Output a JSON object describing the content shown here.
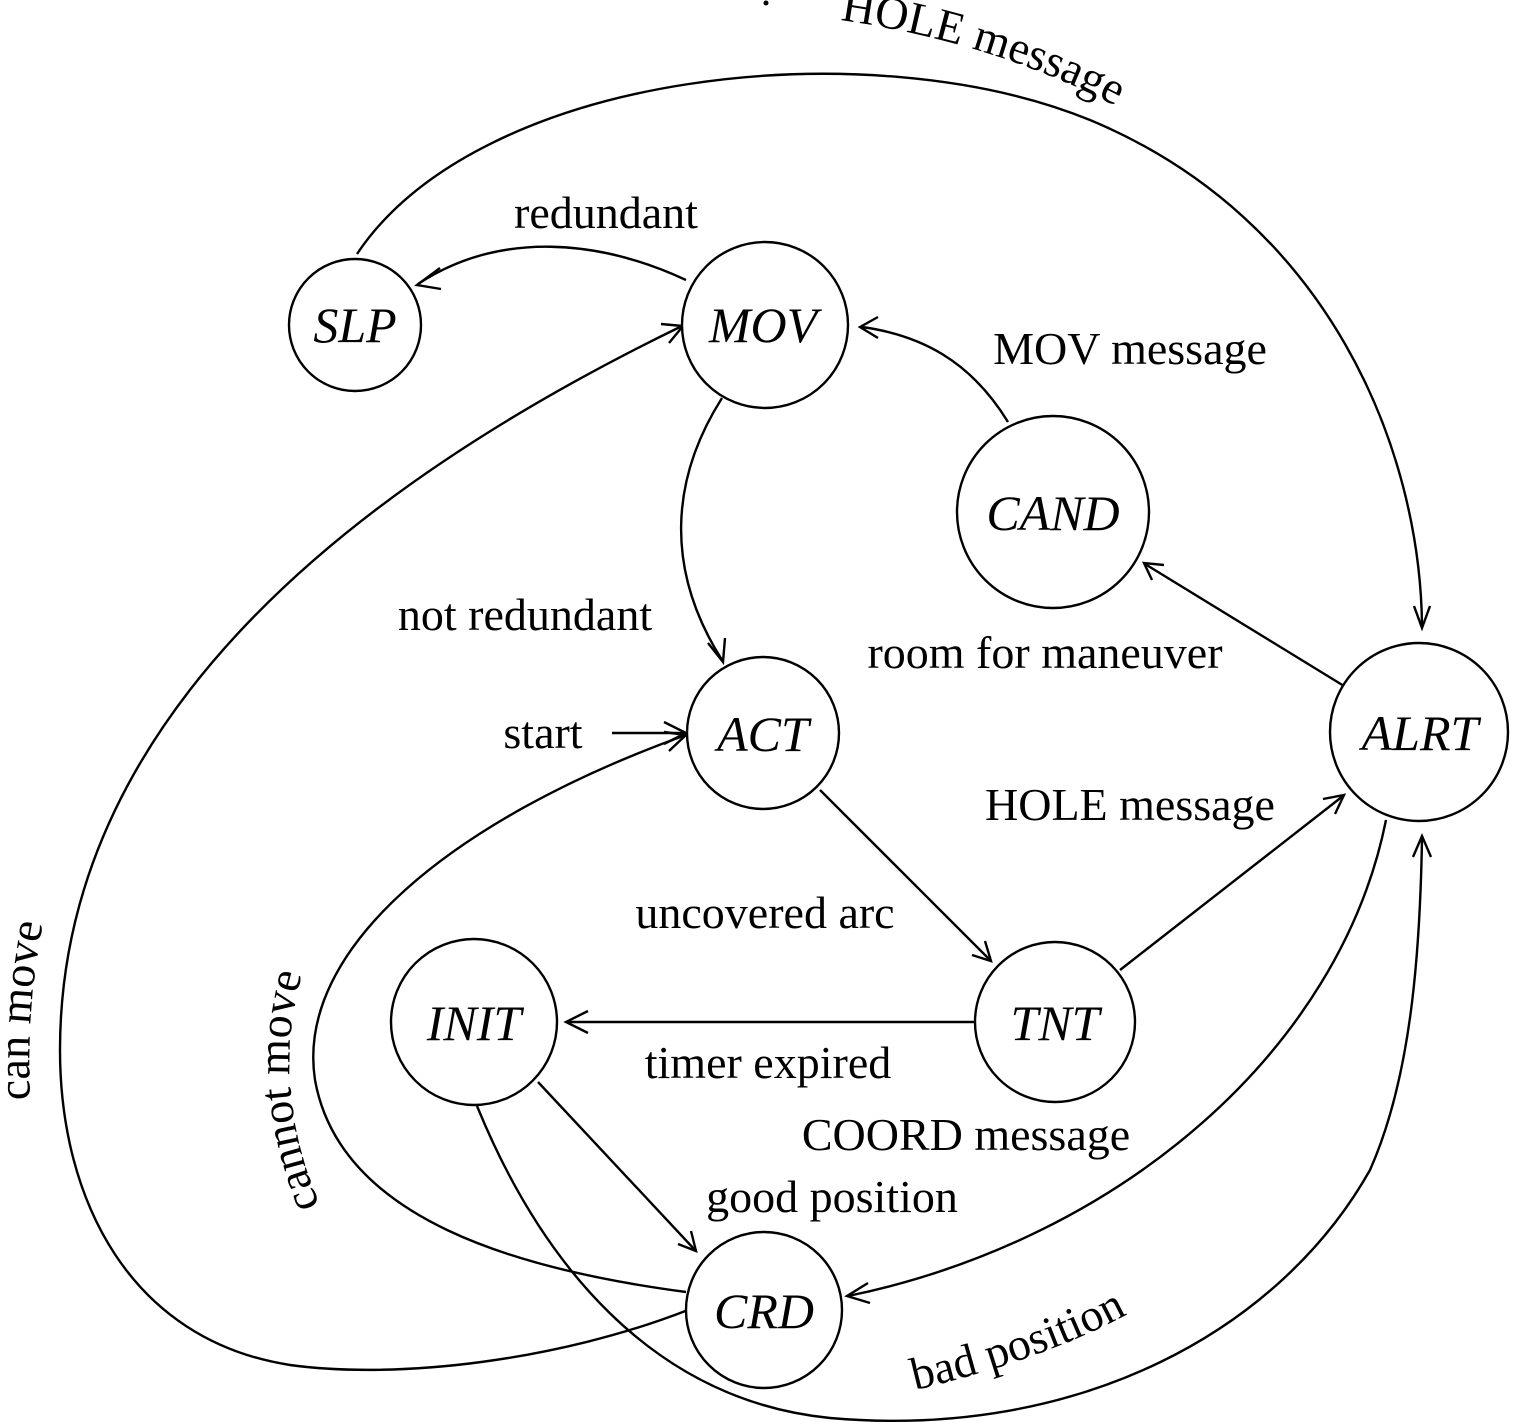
{
  "diagram": {
    "type": "state-machine",
    "stroke_color": "#000000",
    "background": "#ffffff",
    "states": [
      {
        "id": "SLP",
        "label": "SLP"
      },
      {
        "id": "MOV",
        "label": "MOV"
      },
      {
        "id": "CAND",
        "label": "CAND"
      },
      {
        "id": "ACT",
        "label": "ACT"
      },
      {
        "id": "ALRT",
        "label": "ALRT"
      },
      {
        "id": "INIT",
        "label": "INIT"
      },
      {
        "id": "TNT",
        "label": "TNT"
      },
      {
        "id": "CRD",
        "label": "CRD"
      }
    ],
    "initial": {
      "label": "start",
      "target": "ACT"
    },
    "transitions": [
      {
        "id": "mov-slp",
        "from": "MOV",
        "to": "SLP",
        "label": "redundant"
      },
      {
        "id": "slp-alrt",
        "from": "SLP",
        "to": "ALRT",
        "label": "HOLE message"
      },
      {
        "id": "cand-mov",
        "from": "CAND",
        "to": "MOV",
        "label": "MOV message"
      },
      {
        "id": "mov-act",
        "from": "MOV",
        "to": "ACT",
        "label": "not redundant"
      },
      {
        "id": "alrt-cand",
        "from": "ALRT",
        "to": "CAND",
        "label": "room for maneuver"
      },
      {
        "id": "act-tnt",
        "from": "ACT",
        "to": "TNT",
        "label": "uncovered arc"
      },
      {
        "id": "tnt-alrt",
        "from": "TNT",
        "to": "ALRT",
        "label": "HOLE message"
      },
      {
        "id": "tnt-init",
        "from": "TNT",
        "to": "INIT",
        "label": "timer expired"
      },
      {
        "id": "alrt-crd",
        "from": "ALRT",
        "to": "CRD",
        "label": "COORD message"
      },
      {
        "id": "init-crd",
        "from": "INIT",
        "to": "CRD",
        "label": "good position"
      },
      {
        "id": "init-alrt",
        "from": "INIT",
        "to": "ALRT",
        "label": "bad position"
      },
      {
        "id": "crd-act",
        "from": "CRD",
        "to": "ACT",
        "label": "cannot move"
      },
      {
        "id": "crd-mov",
        "from": "CRD",
        "to": "MOV",
        "label": "can move"
      }
    ]
  }
}
